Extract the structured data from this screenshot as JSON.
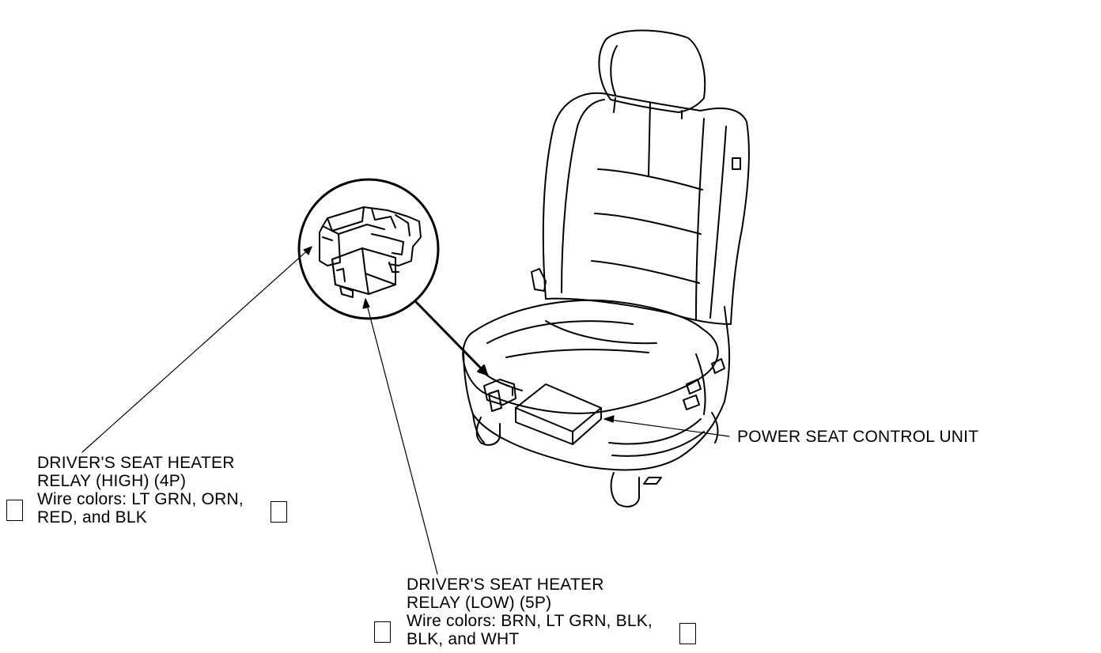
{
  "relay_high": {
    "line1": "DRIVER'S SEAT HEATER",
    "line2": "RELAY (HIGH) (4P)",
    "line3": "Wire colors: LT GRN, ORN,",
    "line4": "RED, and BLK"
  },
  "relay_low": {
    "line1": "DRIVER'S SEAT HEATER",
    "line2": "RELAY (LOW) (5P)",
    "line3": "Wire colors: BRN, LT GRN, BLK,",
    "line4": "BLK, and WHT"
  },
  "control_unit": {
    "label": "POWER SEAT CONTROL UNIT"
  }
}
